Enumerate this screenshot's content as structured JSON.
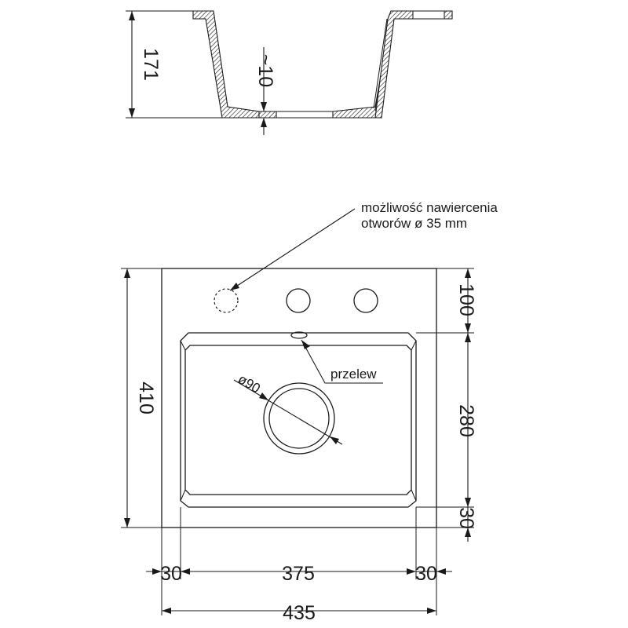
{
  "note": {
    "line1": "możliwość nawiercenia",
    "line2": "otworów ø 35 mm"
  },
  "labels": {
    "overflow": "przelew",
    "drain": "ø90"
  },
  "dimensions": {
    "depth": "171",
    "bottom_thickness": "~10",
    "total_height": "410",
    "top_to_bowl": "100",
    "bowl_height": "280",
    "bottom_rim": "30",
    "left_rim": "30",
    "bowl_width": "375",
    "right_rim": "30",
    "total_width": "435"
  },
  "colors": {
    "line": "#1a1a1a",
    "background": "#ffffff"
  }
}
